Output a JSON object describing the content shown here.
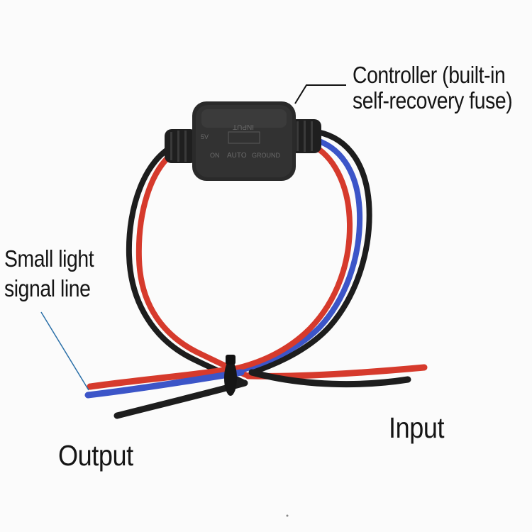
{
  "image": {
    "description_colors": {
      "background": "#fbfbfb",
      "wire_red": "#d63a2c",
      "wire_blue": "#3c55c8",
      "wire_black": "#1c1c1c",
      "controller_body": "#2a2a2a",
      "leader_line_blue": "#2a6fa8"
    }
  },
  "labels": {
    "controller_line1": "Controller (built-in",
    "controller_line2": "self-recovery fuse)",
    "small_light_line1": "Small light",
    "small_light_line2": "signal line",
    "input": "Input",
    "output": "Output"
  },
  "controller_markings": {
    "top": "INPUT",
    "auto": "AUTO",
    "on": "ON",
    "right": "GROUND",
    "left": "5V"
  }
}
